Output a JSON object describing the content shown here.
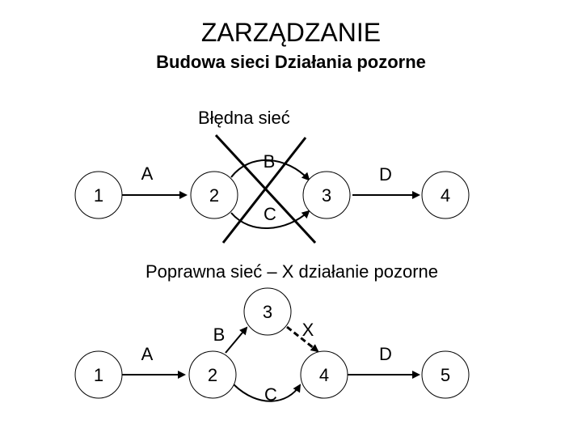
{
  "header": {
    "title": "ZARZĄDZANIE",
    "subtitle": "Budowa sieci Działania pozorne"
  },
  "wrong_network": {
    "label": "Błędna sieć",
    "nodes": [
      "1",
      "2",
      "3",
      "4"
    ],
    "activities": [
      "A",
      "B",
      "C",
      "D"
    ]
  },
  "correct_network": {
    "label": "Poprawna sieć – X działanie pozorne",
    "nodes": [
      "1",
      "2",
      "3",
      "4",
      "5"
    ],
    "activities": [
      "A",
      "B",
      "C",
      "X",
      "D"
    ]
  }
}
